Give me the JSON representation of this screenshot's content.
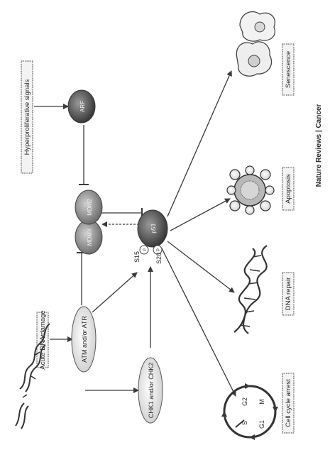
{
  "boxes": {
    "acute_dna_damage": "Acute DNA damage",
    "hyperproliferative_signals": "Hyperproliferative signals",
    "cell_cycle_arrest": "Cell cycle arrest",
    "dna_repair": "DNA repair",
    "apoptosis": "Apoptosis",
    "senescence": "Senescence"
  },
  "ovals": {
    "atm_atr": "ATM and/or ATR",
    "chk1_chk2": "CHK1 and/or CHK2",
    "mdm2": "MDM2",
    "mdmx": "MDMX",
    "p53": "p53",
    "arf": "ARF"
  },
  "phospho_sites": {
    "s15": "S15",
    "s20": "S20",
    "p": "P"
  },
  "cell_cycle": {
    "g1": "G1",
    "s": "S",
    "g2": "G2",
    "m": "M"
  },
  "credit": "Nature Reviews | Cancer"
}
